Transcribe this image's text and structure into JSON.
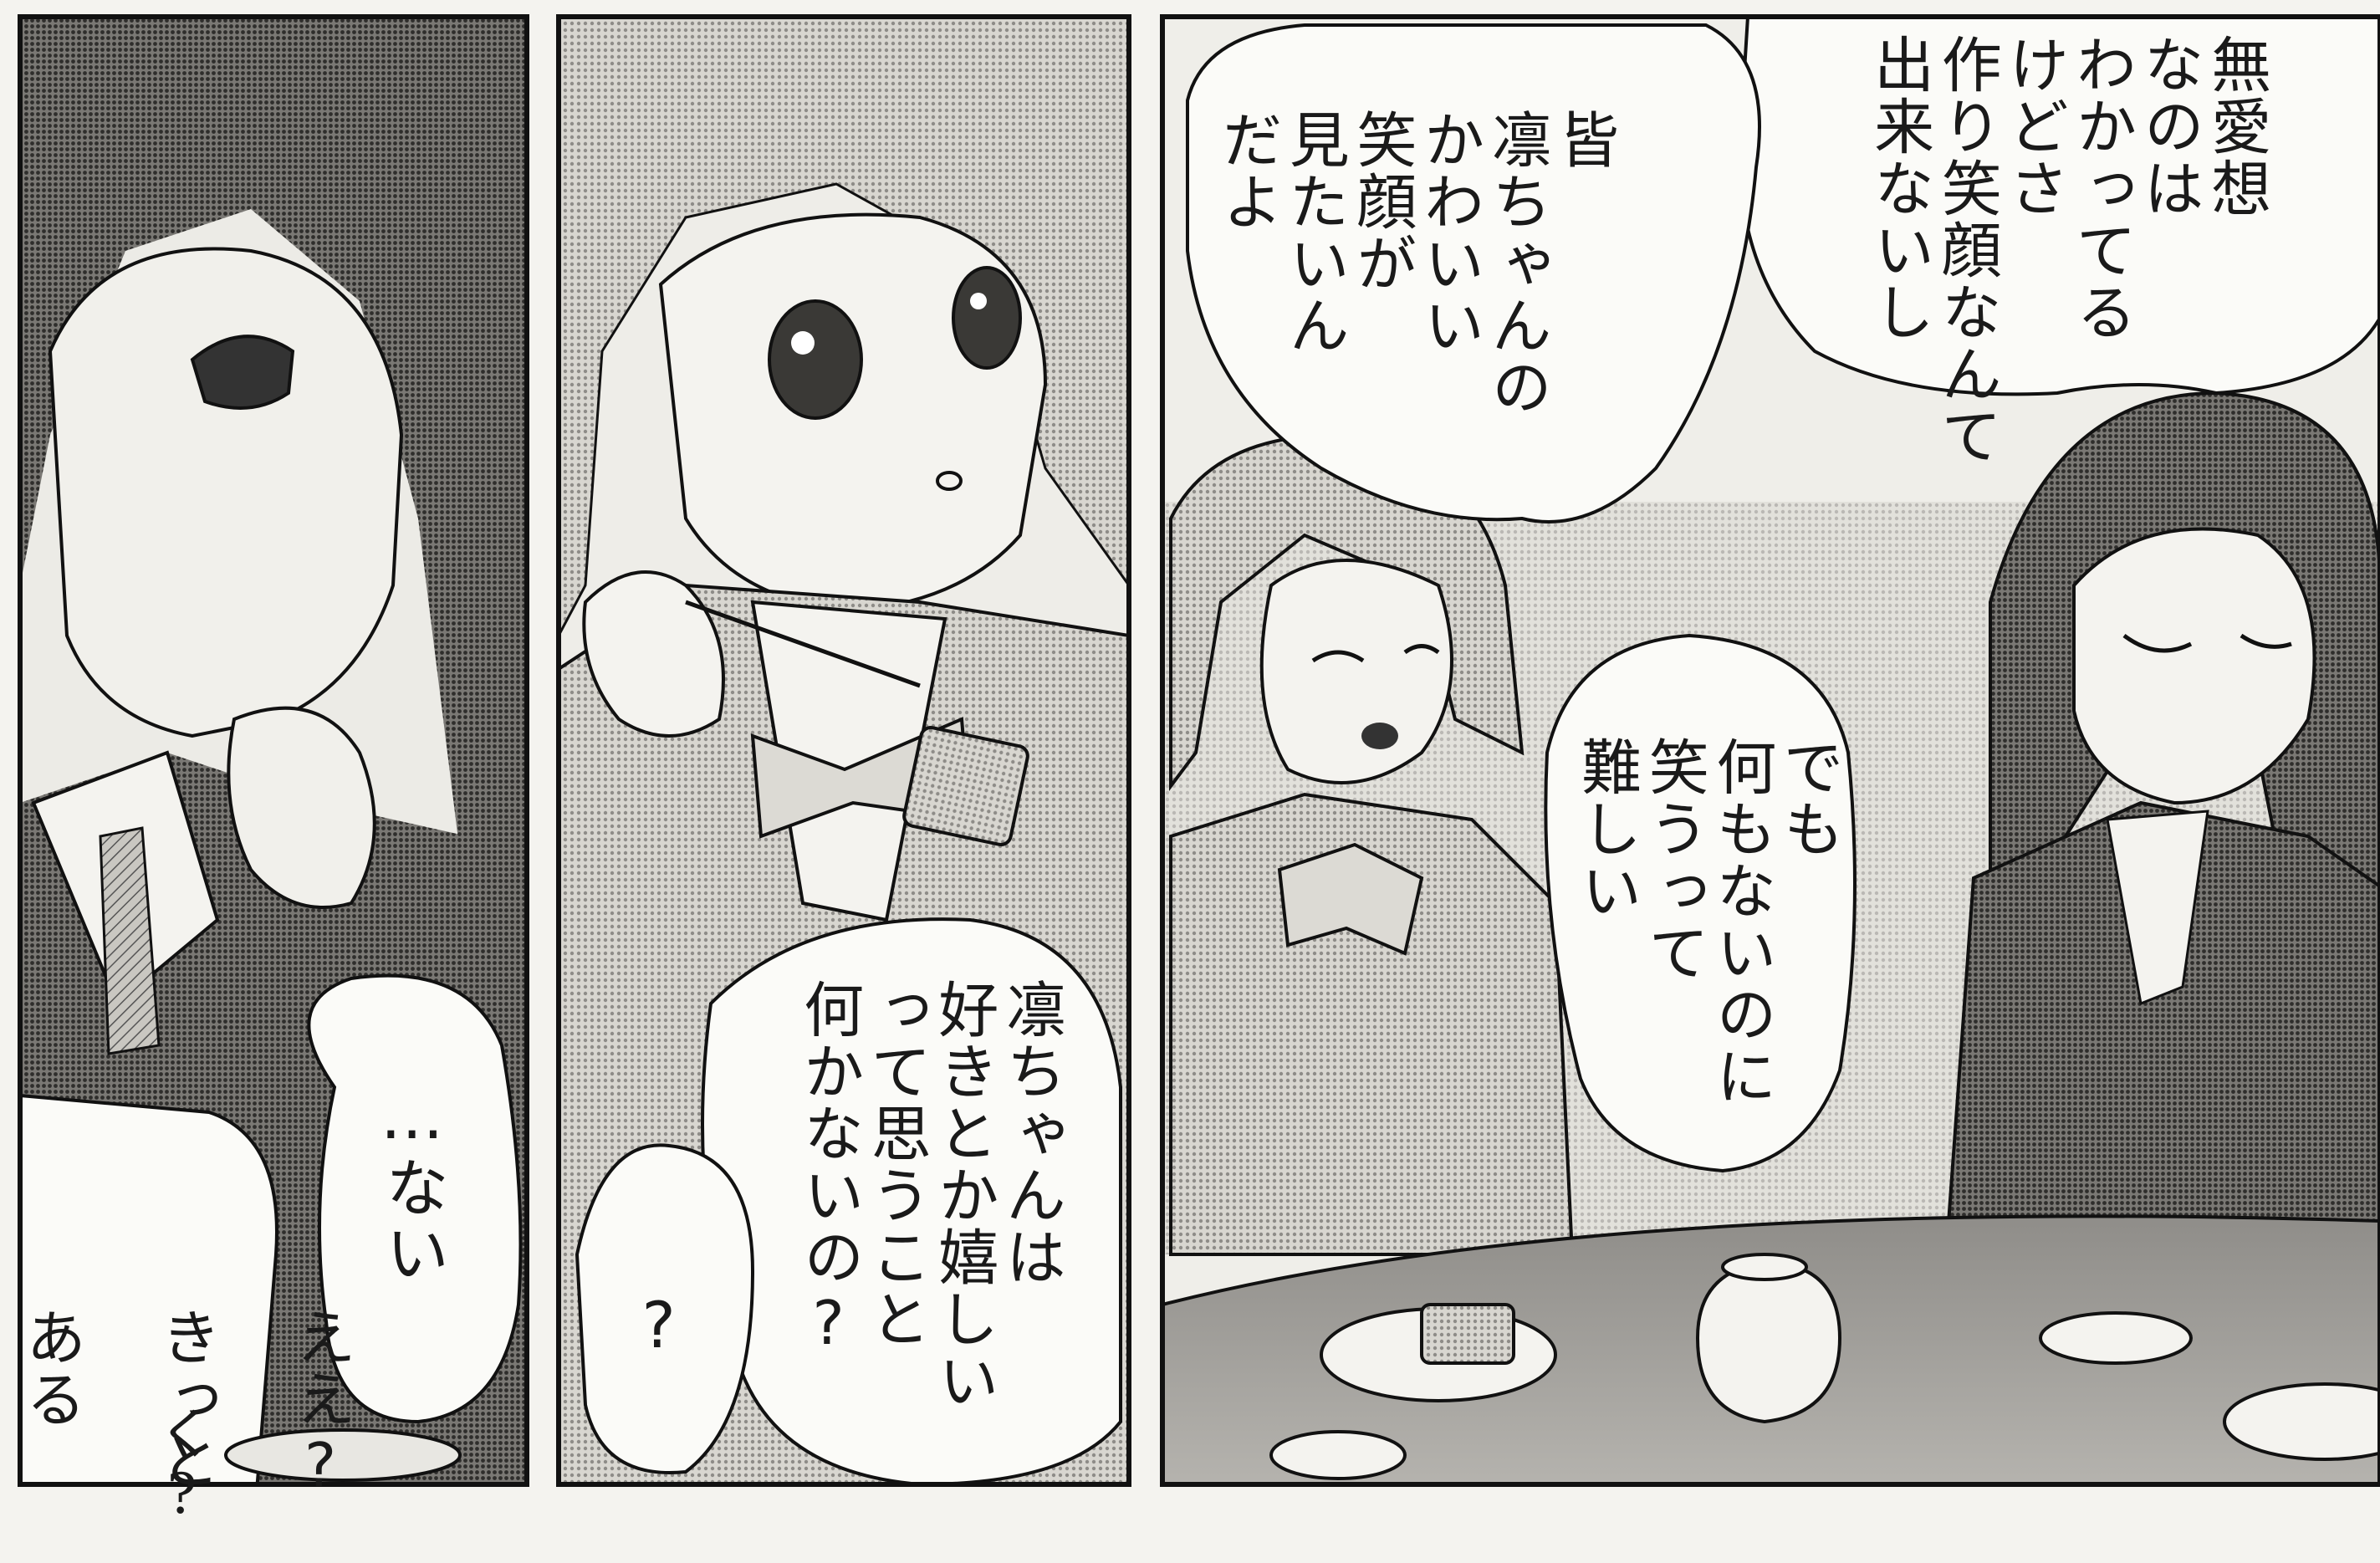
{
  "panel1": {
    "bubble_dots_line": "…ない",
    "partial_lines": [
      "ええ?",
      "きっと",
      "ある"
    ],
    "scribble": "く?"
  },
  "panel2": {
    "bubble_question": "凛ちゃんは\n好きとか嬉しい\nって思うこと\n何かないの?",
    "bubble_mark": "?"
  },
  "panel3": {
    "bubble_top_right": "無愛想\nなのは\nわかってる\nけどさ\n作り笑顔なんて\n出来ないし",
    "bubble_top_left": "皆\n凛ちゃんの\nかわいい\n笑顔が\n見たいん\nだよ",
    "bubble_middle": "でも\n何もないのに\n笑うって\n難しい"
  },
  "colors": {
    "paper": "#f4f3ef",
    "ink": "#111111",
    "tone": "#bdbbb5",
    "tone_dark": "#6e6c68"
  }
}
